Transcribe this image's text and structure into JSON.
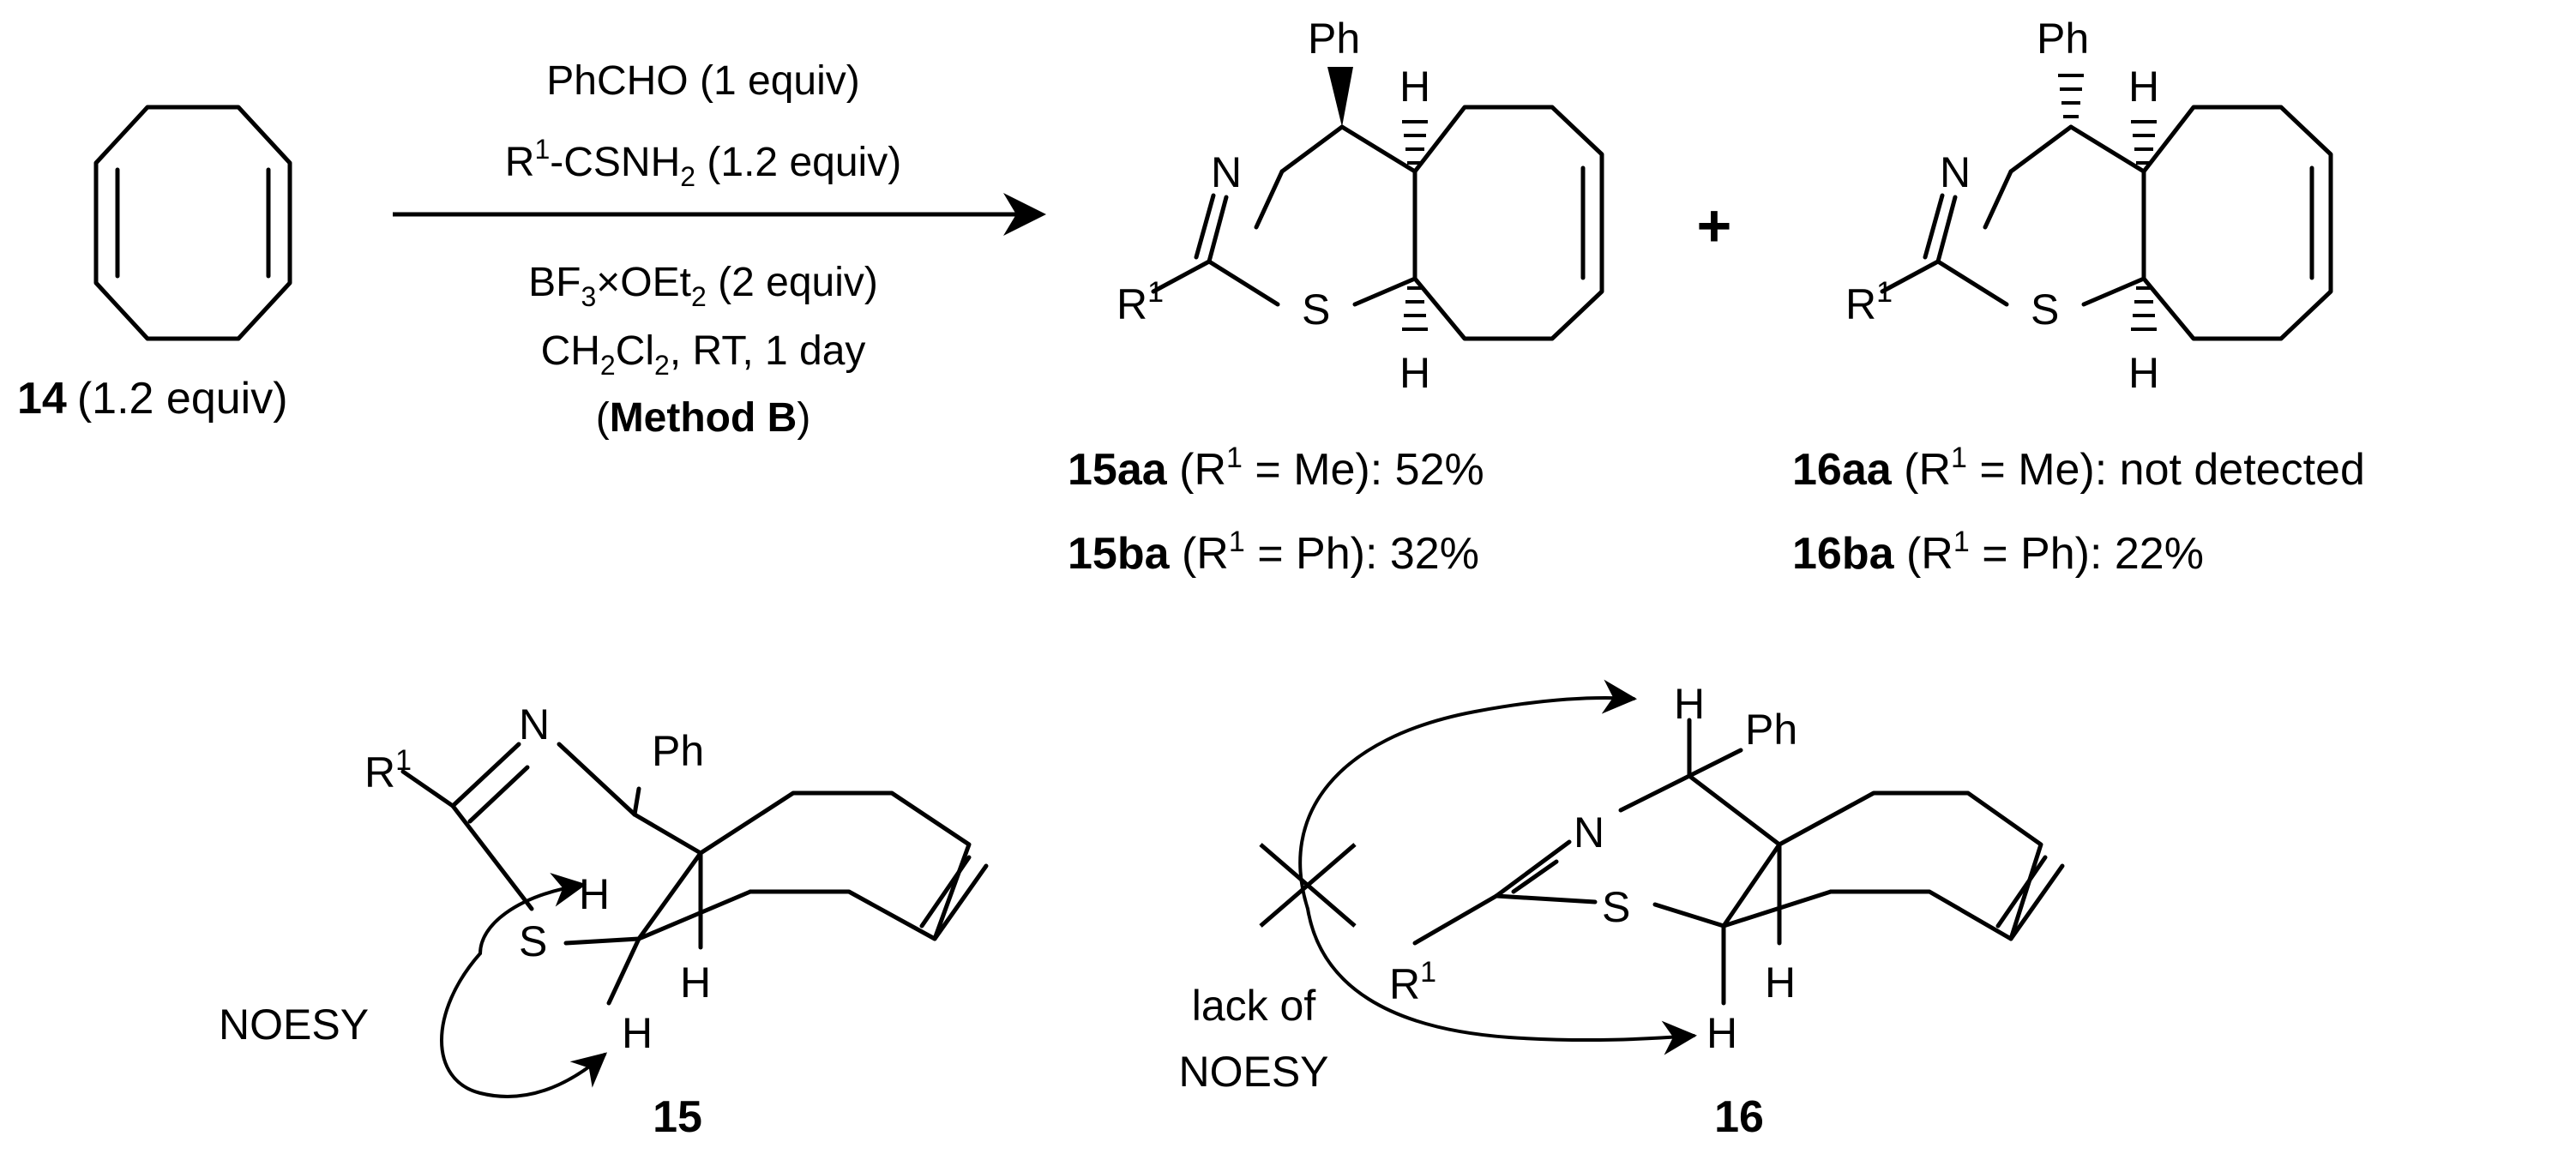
{
  "reactant": {
    "number": "14",
    "equiv": "(1.2 equiv)"
  },
  "conditions": {
    "line1": "PhCHO (1 equiv)",
    "line2_pre": "R",
    "line2_sup": "1",
    "line2_post": "-CSNH",
    "line2_sub": "2",
    "line2_tail": " (1.2 equiv)",
    "line3_pre": "BF",
    "line3_sub1": "3",
    "line3_mid": "×OEt",
    "line3_sub2": "2",
    "line3_tail": " (2 equiv)",
    "line4_pre": "CH",
    "line4_sub1": "2",
    "line4_mid": "Cl",
    "line4_sub2": "2",
    "line4_tail": ", RT, 1 day",
    "line5_open": "(",
    "line5_bold": "Method B",
    "line5_close": ")"
  },
  "atoms": {
    "ph": "Ph",
    "h": "H",
    "n": "N",
    "s": "S",
    "r": "R",
    "r_sup": "1",
    "plus": "+"
  },
  "products": {
    "p15aa_bold": "15aa",
    "p15aa_rest_pre": " (R",
    "p15aa_sup": "1",
    "p15aa_rest": " = Me): 52%",
    "p15ba_bold": "15ba",
    "p15ba_rest_pre": " (R",
    "p15ba_sup": "1",
    "p15ba_rest": " = Ph): 32%",
    "p16aa_bold": "16aa",
    "p16aa_rest_pre": " (R",
    "p16aa_sup": "1",
    "p16aa_rest": " = Me): not detected",
    "p16ba_bold": "16ba",
    "p16ba_rest_pre": " (R",
    "p16ba_sup": "1",
    "p16ba_rest": " = Ph): 22%"
  },
  "conformers": {
    "c15_label": "15",
    "c16_label": "16",
    "noesy": "NOESY",
    "lack_of": "lack of",
    "lack_noesy": "NOESY"
  }
}
